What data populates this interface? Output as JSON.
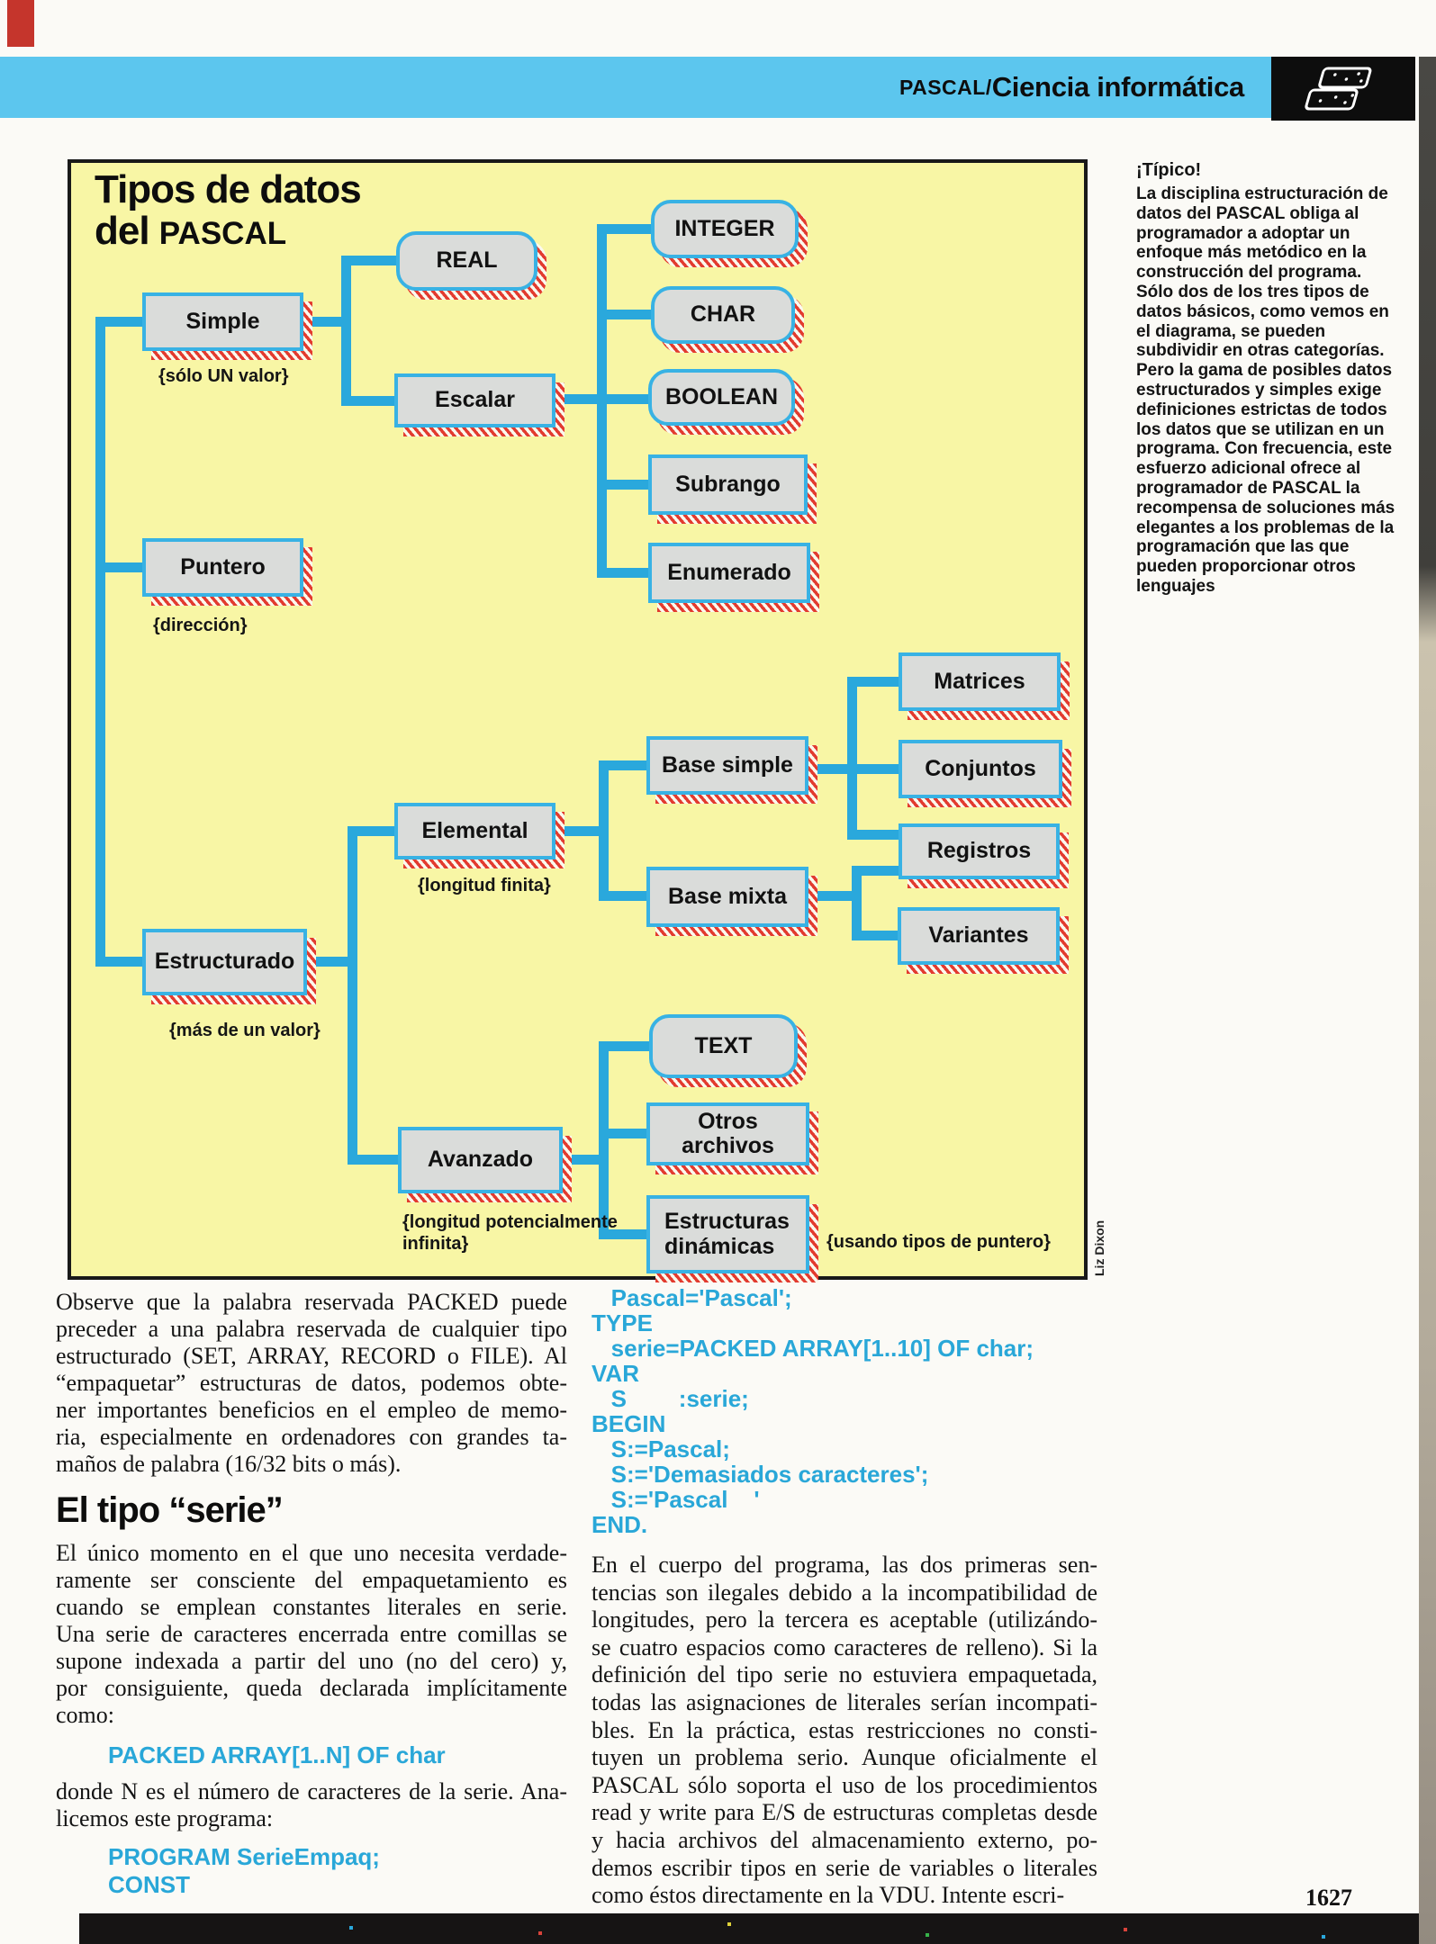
{
  "page": {
    "number": "1627"
  },
  "header": {
    "section": "PASCAL/",
    "title": "Ciencia informática"
  },
  "diagram": {
    "title_line1": "Tipos de datos",
    "title_line2_prefix": "del ",
    "title_line2_word": "PASCAL",
    "credit": "Liz Dixon",
    "nodes": [
      {
        "id": "simple",
        "label": "Simple"
      },
      {
        "id": "puntero",
        "label": "Puntero"
      },
      {
        "id": "estructurado",
        "label": "Estructurado"
      },
      {
        "id": "real",
        "label": "REAL"
      },
      {
        "id": "escalar",
        "label": "Escalar"
      },
      {
        "id": "integer",
        "label": "INTEGER"
      },
      {
        "id": "char",
        "label": "CHAR"
      },
      {
        "id": "boolean",
        "label": "BOOLEAN"
      },
      {
        "id": "subrango",
        "label": "Subrango"
      },
      {
        "id": "enumerado",
        "label": "Enumerado"
      },
      {
        "id": "elemental",
        "label": "Elemental"
      },
      {
        "id": "base-simple",
        "label": "Base simple"
      },
      {
        "id": "base-mixta",
        "label": "Base mixta"
      },
      {
        "id": "matrices",
        "label": "Matrices"
      },
      {
        "id": "conjuntos",
        "label": "Conjuntos"
      },
      {
        "id": "registros",
        "label": "Registros"
      },
      {
        "id": "variantes",
        "label": "Variantes"
      },
      {
        "id": "avanzado",
        "label": "Avanzado"
      },
      {
        "id": "text",
        "label": "TEXT"
      },
      {
        "id": "otros-archivos",
        "label": "Otros archivos"
      },
      {
        "id": "estructuras-dinamicas",
        "label": "Estructuras dinámicas"
      }
    ],
    "annotations": [
      {
        "id": "solo-un-valor",
        "text": "{sólo UN valor}"
      },
      {
        "id": "direccion",
        "text": "{dirección}"
      },
      {
        "id": "mas-de-un-valor",
        "text": "{más de un valor}"
      },
      {
        "id": "longitud-finita",
        "text": "{longitud finita}"
      },
      {
        "id": "longitud-infinita",
        "text": "{longitud potencialmente\ninfinita}"
      },
      {
        "id": "usando-tipos-de-puntero",
        "text": "{usando tipos de puntero}"
      }
    ]
  },
  "sidebar": {
    "heading": "¡Típico!",
    "body": "La disciplina estructuración de\ndatos del PASCAL obliga al\nprogramador a adoptar un\nenfoque más metódico en la\nconstrucción del programa.\nSólo dos de los tres tipos de\ndatos básicos, como vemos en\nel diagrama, se pueden\nsubdividir en otras categorías.\nPero la gama de posibles datos\nestructurados y simples exige\ndefiniciones estrictas de todos\nlos datos que se utilizan en un\nprograma. Con frecuencia, este\nesfuerzo adicional ofrece al\nprogramador de PASCAL la\nrecompensa de soluciones más\nelegantes a los problemas de la\nprogramación que las que\npueden proporcionar otros\nlenguajes"
  },
  "article": {
    "col1": {
      "p1_lines": "Observe que la palabra reservada PACKED puede\npreceder a una palabra reservada de cualquier tipo\nestructurado (SET, ARRAY, RECORD o FILE). Al\n“empaquetar” estructuras de datos, podemos obte-\nner importantes beneficios en el empleo de memo-\nria, especialmente en ordenadores con grandes ta-",
      "p1_last": "maños de palabra (16/32 bits o más).",
      "heading": "El tipo “serie”",
      "p2_lines": "El único momento en el que uno necesita verdade-\nramente ser consciente del empaquetamiento es\ncuando se emplean constantes literales en serie.\nUna serie de caracteres encerrada entre comillas se\nsupone indexada a partir del uno (no del cero) y,\npor consiguiente, queda declarada implícitamente",
      "p2_last": "como:",
      "code1": "PACKED ARRAY[1..N] OF char",
      "p3_lines": "donde N es el número de caracteres de la serie. Ana-",
      "p3_last": "licemos este programa:",
      "code2": "PROGRAM SerieEmpaq;\nCONST"
    },
    "col2": {
      "code": "   Pascal='Pascal';\nTYPE\n   serie=PACKED ARRAY[1..10] OF char;\nVAR\n   S        :serie;\nBEGIN\n   S:=Pascal;\n   S:='Demasiados caracteres';\n   S:='Pascal    '\nEND.",
      "p1_lines": "En el cuerpo del programa, las dos primeras sen-\ntencias son ilegales debido a la incompatibilidad de\nlongitudes, pero la tercera es aceptable (utilizándo-\nse cuatro espacios como caracteres de relleno). Si la\ndefinición del tipo serie no estuviera empaquetada,\ntodas las asignaciones de literales serían incompati-\nbles. En la práctica, estas restricciones no consti-\ntuyen un problema serio. Aunque oficialmente el\nPASCAL sólo soporta el uso de los procedimientos\nread y write para E/S de estructuras completas desde\ny hacia archivos del almacenamiento externo, po-\ndemos escribir tipos en serie de variables o literales",
      "p1_last": "como éstos directamente en la VDU. Intente escri-"
    }
  },
  "colors": {
    "band_cyan": "#5cc6ee",
    "connector_cyan": "#2aa8dc",
    "code_cyan": "#29a7d8",
    "panel_yellow": "#f8f6a5",
    "node_gray": "#dadcda",
    "node_border_cyan": "#38b2e4",
    "hatch_red": "#e23b2f"
  }
}
